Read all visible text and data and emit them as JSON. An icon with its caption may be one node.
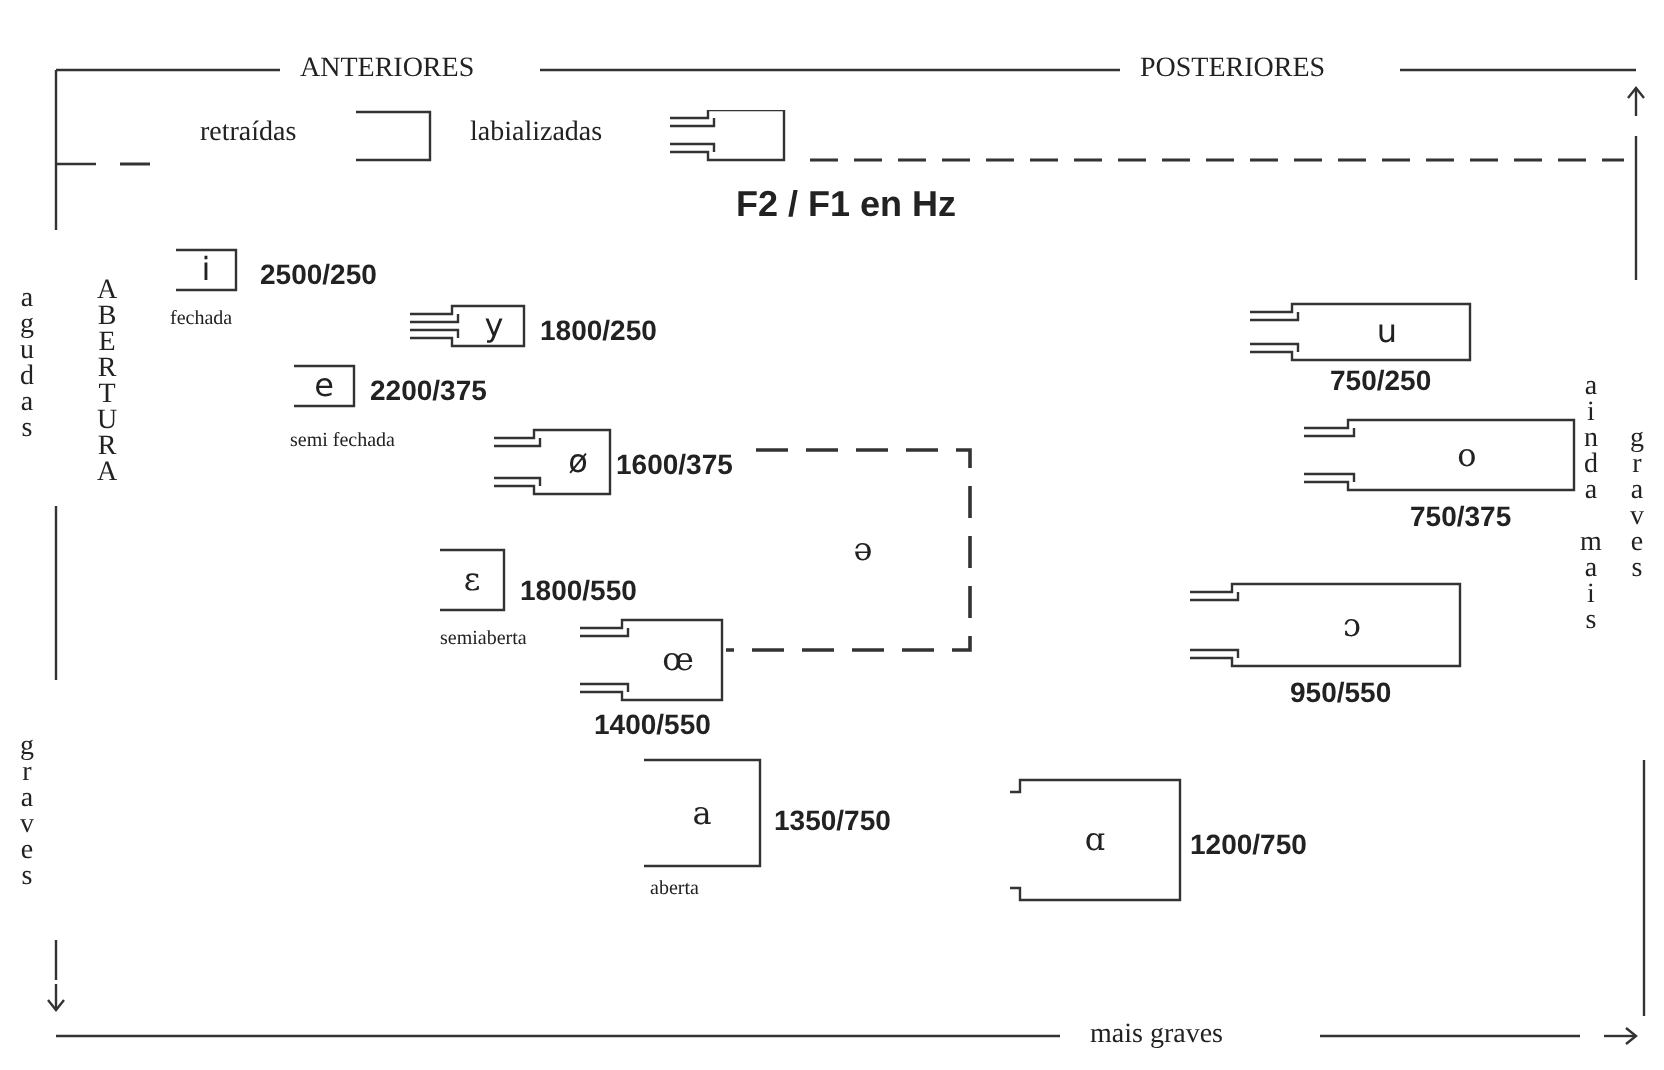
{
  "diagram": {
    "title": "F2 / F1 en Hz",
    "nodes": [
      {
        "text": [
          "i"
        ],
        "beside": [
          "2500/250",
          "fechada"
        ]
      },
      {
        "text": [
          "y"
        ],
        "beside": [
          "1800/250"
        ]
      },
      {
        "text": [
          "u"
        ],
        "beside": [
          "750/250"
        ]
      },
      {
        "text": [
          "e"
        ],
        "beside": [
          "2200/375",
          "semi fechada"
        ]
      },
      {
        "text": [
          "o"
        ],
        "beside": [
          "750/375"
        ]
      },
      {
        "text": [
          "ø"
        ],
        "beside": [
          "1600/375"
        ]
      },
      {
        "text": [
          "ɛ"
        ],
        "beside": [
          "1800/550",
          "semiaberta"
        ]
      },
      {
        "text": [
          "ə"
        ]
      },
      {
        "text": [
          "ɔ"
        ],
        "beside": [
          "950/550"
        ]
      },
      {
        "text": [
          "œ"
        ],
        "beside": [
          "1400/550"
        ]
      },
      {
        "text": [
          "a"
        ],
        "beside": [
          "1350/750",
          "aberta"
        ]
      },
      {
        "text": [
          "ɑ"
        ],
        "beside": [
          "1200/750"
        ]
      }
    ],
    "labels": [
      "ANTERIORES",
      "POSTERIORES",
      "agudas",
      "ABERTURA",
      "ainda mais",
      "graves",
      "graves",
      "mais graves"
    ],
    "legend": [
      {
        "text": "retraídas"
      },
      {
        "text": "labializadas"
      }
    ]
  }
}
